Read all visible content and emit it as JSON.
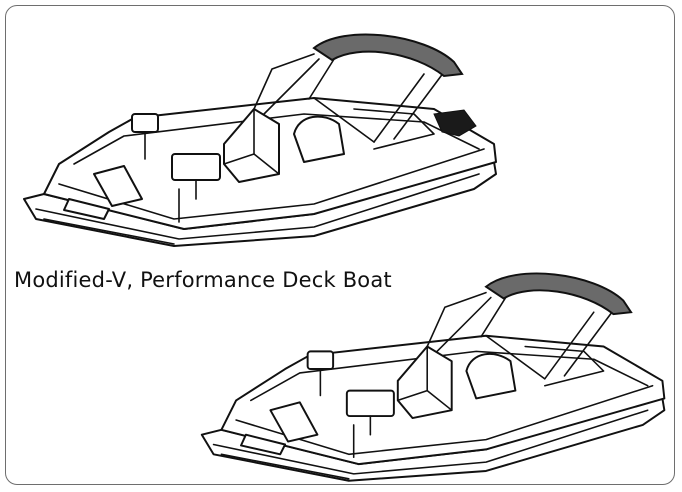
{
  "caption": "Modified-V, Performance Deck Boat",
  "illustrations": [
    {
      "label": "deck-boat-with-bimini-top",
      "view": "upper"
    },
    {
      "label": "deck-boat-with-bimini-top",
      "view": "lower"
    }
  ],
  "colors": {
    "outline": "#111111",
    "bimini_canvas": "#6a6a6a",
    "frame_border": "#6e6e6e",
    "background": "#ffffff"
  }
}
